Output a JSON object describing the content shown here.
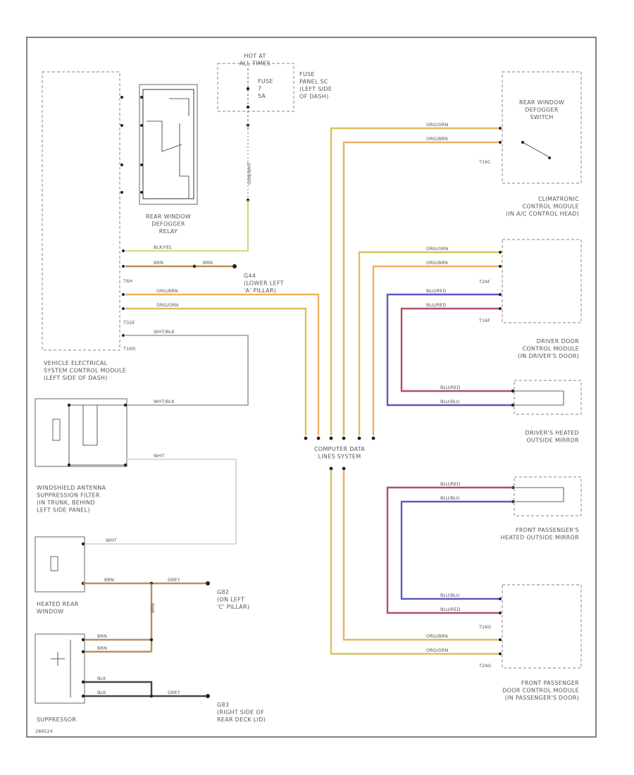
{
  "diagram_id": "289524",
  "colors": {
    "orange_green": "#e8a44c",
    "orange_brown": "#f0b060",
    "black_yellow": "#c8c858",
    "brown": "#b89058",
    "blue_red": "#5a5ac0",
    "blue_red_dark": "#b05060",
    "white_black": "#9a9a9a",
    "grey": "#cfcfcf",
    "white": "#d8d8d8",
    "green_white": "#c8c858"
  },
  "components": {
    "hot_at_all_times": "HOT AT\nALL TIMES",
    "fuse": "FUSE\n7\n5A",
    "fuse_panel": "FUSE\nPANEL SC\n(LEFT SIDE\nOF DASH)",
    "defogger_relay": "REAR WINDOW\nDEFOGGER\nRELAY",
    "vesm": "VEHICLE ELECTRICAL\nSYSTEM CONTROL MODULE\n(LEFT SIDE OF DASH)",
    "ground_g44": "G44\n(LOWER LEFT\n'A' PILLAR)",
    "defogger_switch": "REAR WINDOW\nDEFOGGER\nSWITCH",
    "climatronic": "CLIMATRONIC\nCONTROL MODULE\n(IN A/C CONTROL HEAD)",
    "driver_door_module": "DRIVER DOOR\nCONTROL MODULE\n(IN DRIVER'S DOOR)",
    "driver_mirror": "DRIVER'S HEATED\nOUTSIDE MIRROR",
    "can_gateway": "COMPUTER DATA\nLINES SYSTEM",
    "front_pass_mirror": "FRONT PASSENGER'S\nHEATED OUTSIDE MIRROR",
    "front_pass_module": "FRONT PASSENGER\nDOOR CONTROL MODULE\n(IN PASSENGER'S DOOR)",
    "antenna_filter": "WINDSHIELD ANTENNA\nSUPPRESSION FILTER\n(IN TRUNK, BEHIND\nLEFT SIDE PANEL)",
    "heated_rear_window": "HEATED REAR\nWINDOW",
    "ground_g82": "G82\n(ON LEFT\n'C' PILLAR)",
    "suppressor": "SUPPRESSOR",
    "ground_g83": "G83\n(RIGHT SIDE OF\nREAR DECK LID)"
  },
  "connectors": {
    "t16c": "T16C",
    "t6h": "T6H",
    "t32e": "T32E",
    "t16d": "T16D",
    "t29f": "T29F",
    "t16f": "T16F",
    "t16g": "T16G",
    "t29g": "T29G"
  },
  "wires": {
    "orgrn": "ORG/GRN",
    "orbrn": "ORG/BRN",
    "blkyel": "BLK/YEL",
    "brn": "BRN",
    "grnwht": "GRN/WHT",
    "wht_blk": "WHT/BLK",
    "wht": "WHT",
    "blured": "BLU/RED",
    "blublu": "BLU/BLU",
    "grey": "GREY",
    "blk": "BLK"
  }
}
